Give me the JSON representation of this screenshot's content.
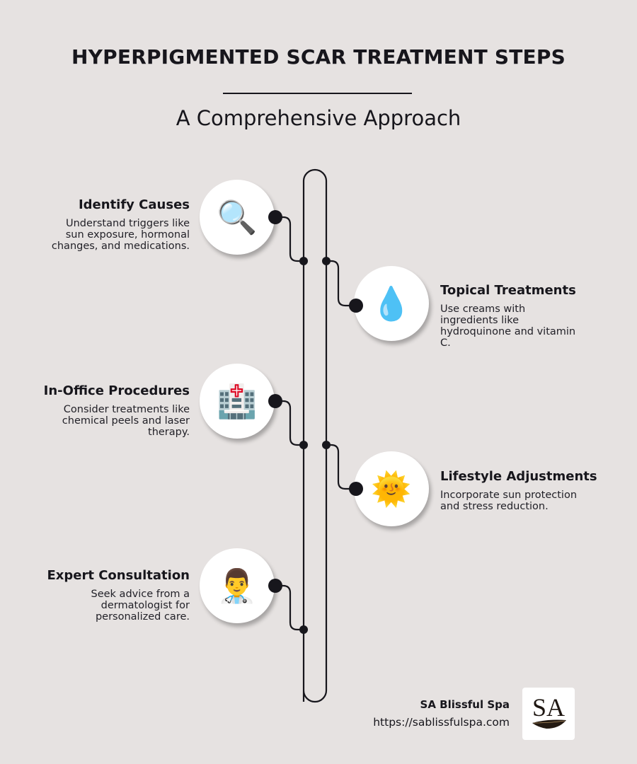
{
  "header": {
    "title": "HYPERPIGMENTED SCAR TREATMENT STEPS",
    "subtitle": "A Comprehensive Approach"
  },
  "colors": {
    "background": "#e6e2e1",
    "ink": "#17161c",
    "circle": "#ffffff"
  },
  "steps": [
    {
      "title": "Identify Causes",
      "description": "Understand triggers like sun exposure, hormonal changes, and medications.",
      "icon": "magnifying-glass-icon",
      "glyph": "🔍",
      "side": "left"
    },
    {
      "title": "Topical Treatments",
      "description": "Use creams with ingredients like hydroquinone and vitamin C.",
      "icon": "droplet-icon",
      "glyph": "💧",
      "side": "right"
    },
    {
      "title": "In-Office Procedures",
      "description": "Consider treatments like chemical peels and laser therapy.",
      "icon": "hospital-icon",
      "glyph": "🏥",
      "side": "left"
    },
    {
      "title": "Lifestyle Adjustments",
      "description": "Incorporate sun protection and stress reduction.",
      "icon": "sun-with-face-icon",
      "glyph": "🌞",
      "side": "right"
    },
    {
      "title": "Expert Consultation",
      "description": "Seek advice from a dermatologist for personalized care.",
      "icon": "health-worker-icon",
      "glyph": "👨‍⚕️",
      "side": "left"
    }
  ],
  "footer": {
    "brand_name": "SA Blissful Spa",
    "url": "https://sablissfulspa.com",
    "logo_text": "SA"
  }
}
